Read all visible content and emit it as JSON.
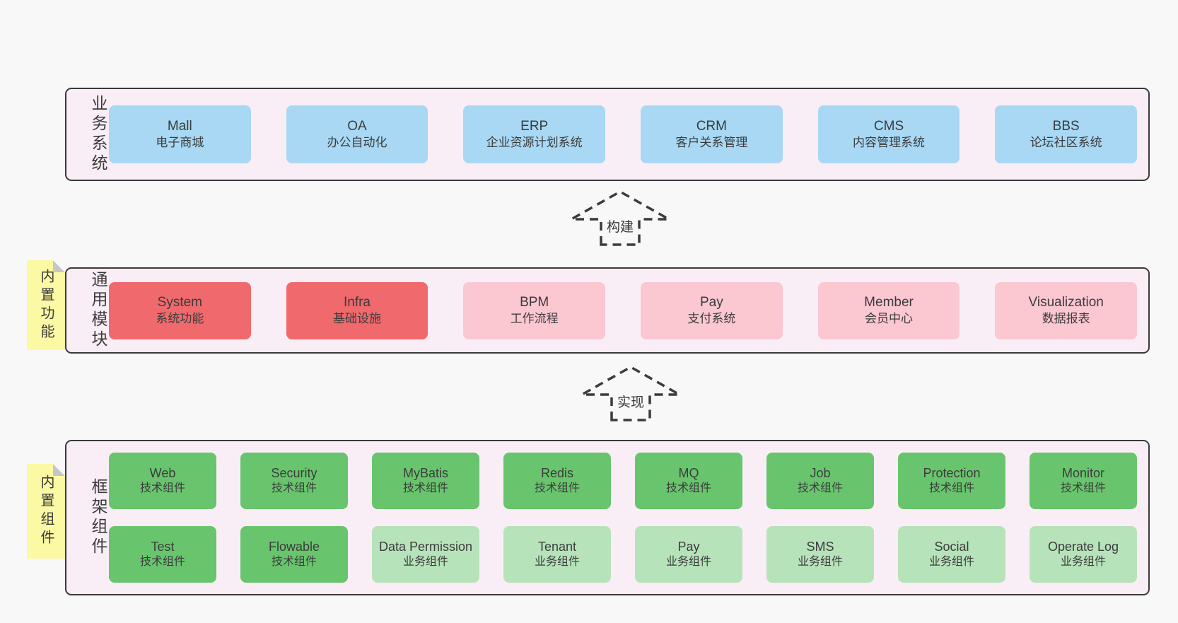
{
  "colors": {
    "page_bg": "#f8f8f8",
    "panel_bg": "#f9eef6",
    "panel_border": "#3a3a3a",
    "blue_box": "#a8d8f4",
    "red_box": "#f0696c",
    "pink_box": "#fbc7d1",
    "green_box": "#68c56d",
    "light_green_box": "#b7e3ba",
    "sticky_yellow": "#fbf9a3",
    "text": "#3c3c3c"
  },
  "panels": [
    {
      "label": "业务系统",
      "rows": [
        [
          {
            "en": "Mall",
            "zh": "电子商城",
            "variant": "blue"
          },
          {
            "en": "OA",
            "zh": "办公自动化",
            "variant": "blue"
          },
          {
            "en": "ERP",
            "zh": "企业资源计划系统",
            "variant": "blue"
          },
          {
            "en": "CRM",
            "zh": "客户关系管理",
            "variant": "blue"
          },
          {
            "en": "CMS",
            "zh": "内容管理系统",
            "variant": "blue"
          },
          {
            "en": "BBS",
            "zh": "论坛社区系统",
            "variant": "blue"
          }
        ]
      ]
    },
    {
      "label": "通用模块",
      "sticky": "内置功能",
      "rows": [
        [
          {
            "en": "System",
            "zh": "系统功能",
            "variant": "red"
          },
          {
            "en": "Infra",
            "zh": "基础设施",
            "variant": "red"
          },
          {
            "en": "BPM",
            "zh": "工作流程",
            "variant": "pink"
          },
          {
            "en": "Pay",
            "zh": "支付系统",
            "variant": "pink"
          },
          {
            "en": "Member",
            "zh": "会员中心",
            "variant": "pink"
          },
          {
            "en": "Visualization",
            "zh": "数据报表",
            "variant": "pink"
          }
        ]
      ]
    },
    {
      "label": "框架组件",
      "sticky": "内置组件",
      "rows": [
        [
          {
            "en": "Web",
            "zh": "技术组件",
            "variant": "green"
          },
          {
            "en": "Security",
            "zh": "技术组件",
            "variant": "green"
          },
          {
            "en": "MyBatis",
            "zh": "技术组件",
            "variant": "green"
          },
          {
            "en": "Redis",
            "zh": "技术组件",
            "variant": "green"
          },
          {
            "en": "MQ",
            "zh": "技术组件",
            "variant": "green"
          },
          {
            "en": "Job",
            "zh": "技术组件",
            "variant": "green"
          },
          {
            "en": "Protection",
            "zh": "技术组件",
            "variant": "green"
          },
          {
            "en": "Monitor",
            "zh": "技术组件",
            "variant": "green"
          }
        ],
        [
          {
            "en": "Test",
            "zh": "技术组件",
            "variant": "green"
          },
          {
            "en": "Flowable",
            "zh": "技术组件",
            "variant": "green"
          },
          {
            "en": "Data Permission",
            "zh": "业务组件",
            "variant": "light-green"
          },
          {
            "en": "Tenant",
            "zh": "业务组件",
            "variant": "light-green"
          },
          {
            "en": "Pay",
            "zh": "业务组件",
            "variant": "light-green"
          },
          {
            "en": "SMS",
            "zh": "业务组件",
            "variant": "light-green"
          },
          {
            "en": "Social",
            "zh": "业务组件",
            "variant": "light-green"
          },
          {
            "en": "Operate Log",
            "zh": "业务组件",
            "variant": "light-green"
          }
        ]
      ]
    }
  ],
  "arrows": [
    {
      "label": "构建"
    },
    {
      "label": "实现"
    }
  ]
}
